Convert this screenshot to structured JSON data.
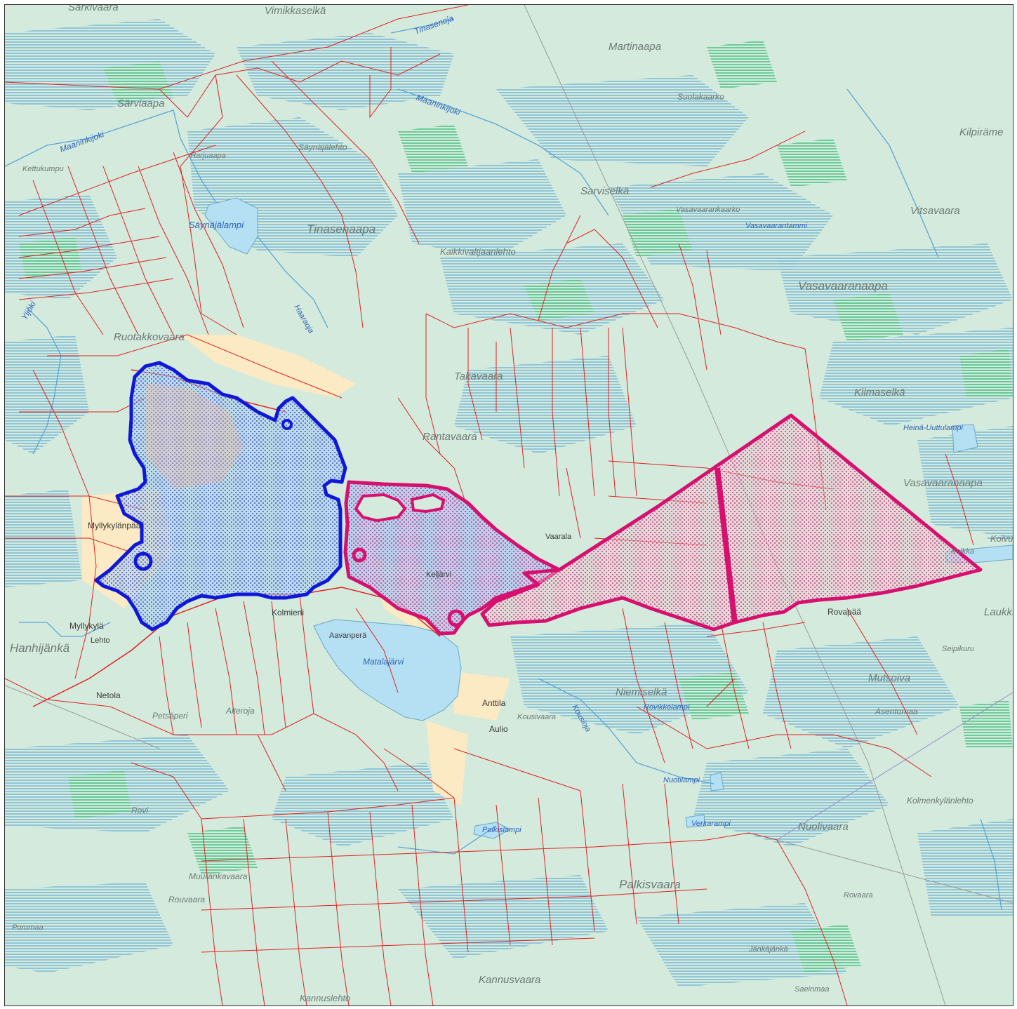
{
  "map": {
    "colors": {
      "land": "#d3eadc",
      "forest": "#c6e6d6",
      "marsh_hatch": "#6fb5d6",
      "marsh_hatch_green": "#4fc488",
      "lake": "#b5dff2",
      "property_line": "#e02222",
      "road": "#ffe7b0",
      "area_blue": "#1018d8",
      "area_magenta": "#d6106f"
    },
    "labels": [
      {
        "id": "sarkivaara",
        "text": "Sarkivaara",
        "style": "place"
      },
      {
        "id": "vimikkaselka",
        "text": "Vimikkaselkä",
        "style": "place"
      },
      {
        "id": "tinasenoja",
        "text": "Tinasenoja",
        "style": "water"
      },
      {
        "id": "martinaapa",
        "text": "Martinaapa",
        "style": "place"
      },
      {
        "id": "suolakaarko",
        "text": "Suolakaarko",
        "style": "place"
      },
      {
        "id": "kilpirame",
        "text": "Kilpiräme",
        "style": "place"
      },
      {
        "id": "sarviaapa",
        "text": "Särviaapa",
        "style": "place"
      },
      {
        "id": "maaninkijoki",
        "text": "Maaninkijoki",
        "style": "water"
      },
      {
        "id": "maaninkijoki2",
        "text": "Maaninkijoki",
        "style": "water"
      },
      {
        "id": "harjuaapa",
        "text": "Harjuaapa",
        "style": "place"
      },
      {
        "id": "kettukumpu",
        "text": "Kettukumpu",
        "style": "place"
      },
      {
        "id": "saynajalehto",
        "text": "Säynäjälehto",
        "style": "place"
      },
      {
        "id": "sarviselka",
        "text": "Sarviselkä",
        "style": "place"
      },
      {
        "id": "vasavaarankaarko",
        "text": "Vasavaarankaarko",
        "style": "place"
      },
      {
        "id": "vitsavaara",
        "text": "Vitsavaara",
        "style": "place"
      },
      {
        "id": "saynajalampi",
        "text": "Säynäjälampi",
        "style": "water"
      },
      {
        "id": "tinasenaapa",
        "text": "Tinasenaapa",
        "style": "place"
      },
      {
        "id": "vasavaarantammi",
        "text": "Vasavaarantammi",
        "style": "water"
      },
      {
        "id": "kaikkivaltjaanlehto",
        "text": "Kaikkivaltjaanlehto",
        "style": "place"
      },
      {
        "id": "vasavaaranaapa",
        "text": "Vasavaaranaapa",
        "style": "place"
      },
      {
        "id": "haaraoja",
        "text": "Haaraoja",
        "style": "water"
      },
      {
        "id": "yijoki",
        "text": "Yijoki",
        "style": "water"
      },
      {
        "id": "ruotakkovaara",
        "text": "Ruotakkovaara",
        "style": "place"
      },
      {
        "id": "takavaara",
        "text": "Takavaara",
        "style": "place"
      },
      {
        "id": "kiimaselka",
        "text": "Kiimaselkä",
        "style": "place"
      },
      {
        "id": "heinauuttulampi",
        "text": "Heinä-Uuttulampi",
        "style": "water"
      },
      {
        "id": "rantavaara",
        "text": "Rantavaara",
        "style": "place"
      },
      {
        "id": "vasavaaranaapa2",
        "text": "Vasavaaranaapa",
        "style": "place"
      },
      {
        "id": "myllykylanpaa",
        "text": "Myllykylänpää",
        "style": "dark"
      },
      {
        "id": "vaarala",
        "text": "Vaarala",
        "style": "dark"
      },
      {
        "id": "kelujarvi",
        "text": "Keljärvi",
        "style": "dark"
      },
      {
        "id": "koivu",
        "text": "Koivu",
        "style": "place"
      },
      {
        "id": "kolmieni",
        "text": "Kolmieni",
        "style": "dark"
      },
      {
        "id": "myllykyla",
        "text": "Myllykylä",
        "style": "dark"
      },
      {
        "id": "lehto",
        "text": "Lehto",
        "style": "dark"
      },
      {
        "id": "rovapaa",
        "text": "Rovapää",
        "style": "dark"
      },
      {
        "id": "laukku",
        "text": "Laukku",
        "style": "place"
      },
      {
        "id": "hanhijanka",
        "text": "Hanhijänkä",
        "style": "place"
      },
      {
        "id": "aavanpera",
        "text": "Aavanperä",
        "style": "dark"
      },
      {
        "id": "matalajarvi",
        "text": "Matalajärvi",
        "style": "water"
      },
      {
        "id": "seipikuru",
        "text": "Seipikuru",
        "style": "place"
      },
      {
        "id": "niemiselka",
        "text": "Niemiselkä",
        "style": "place"
      },
      {
        "id": "mutsoiva",
        "text": "Mutsoiva",
        "style": "place"
      },
      {
        "id": "rovikkolampi",
        "text": "Rovikkolampi",
        "style": "water"
      },
      {
        "id": "asentomaa",
        "text": "Asentomaa",
        "style": "place"
      },
      {
        "id": "netola",
        "text": "Netola",
        "style": "dark"
      },
      {
        "id": "anttila",
        "text": "Anttila",
        "style": "dark"
      },
      {
        "id": "kousioja",
        "text": "Kousioja",
        "style": "water"
      },
      {
        "id": "kousivaara",
        "text": "Kousivaara",
        "style": "place"
      },
      {
        "id": "aulio",
        "text": "Aulio",
        "style": "dark"
      },
      {
        "id": "alteroja",
        "text": "Alteroja",
        "style": "place"
      },
      {
        "id": "petsaperi",
        "text": "Petsäperi",
        "style": "place"
      },
      {
        "id": "nuotilampi",
        "text": "Nuotilampi",
        "style": "water"
      },
      {
        "id": "kolmenkylanlehto",
        "text": "Kolmenkylänlehto",
        "style": "place"
      },
      {
        "id": "rovi",
        "text": "Rovi",
        "style": "place"
      },
      {
        "id": "verkarampi",
        "text": "Verkarampi",
        "style": "water"
      },
      {
        "id": "nuolivaara",
        "text": "Nuolivaara",
        "style": "place"
      },
      {
        "id": "palkislampi",
        "text": "Palkislampi",
        "style": "water"
      },
      {
        "id": "muurankavaara",
        "text": "Muurankavaara",
        "style": "place"
      },
      {
        "id": "palkisvaara",
        "text": "Palkisvaara",
        "style": "place"
      },
      {
        "id": "rouvaara",
        "text": "Rouvaara",
        "style": "place"
      },
      {
        "id": "purumaa",
        "text": "Purumaa",
        "style": "place"
      },
      {
        "id": "kannusvaara",
        "text": "Kannusvaara",
        "style": "place"
      },
      {
        "id": "kannuslehto",
        "text": "Kannuslehto",
        "style": "place"
      },
      {
        "id": "saeinmaa",
        "text": "Saeinmaa",
        "style": "place"
      },
      {
        "id": "jankajanka",
        "text": "Jänkäjänkä",
        "style": "place"
      },
      {
        "id": "rovaara",
        "text": "Rovaara",
        "style": "place"
      },
      {
        "id": "kolkka",
        "text": "Kolkka",
        "style": "place"
      }
    ],
    "areas": [
      {
        "id": "area-west",
        "color_key": "area_blue",
        "fill": "blue-dotted"
      },
      {
        "id": "area-east",
        "color_key": "area_magenta",
        "fill": "magenta-dotted"
      }
    ]
  }
}
